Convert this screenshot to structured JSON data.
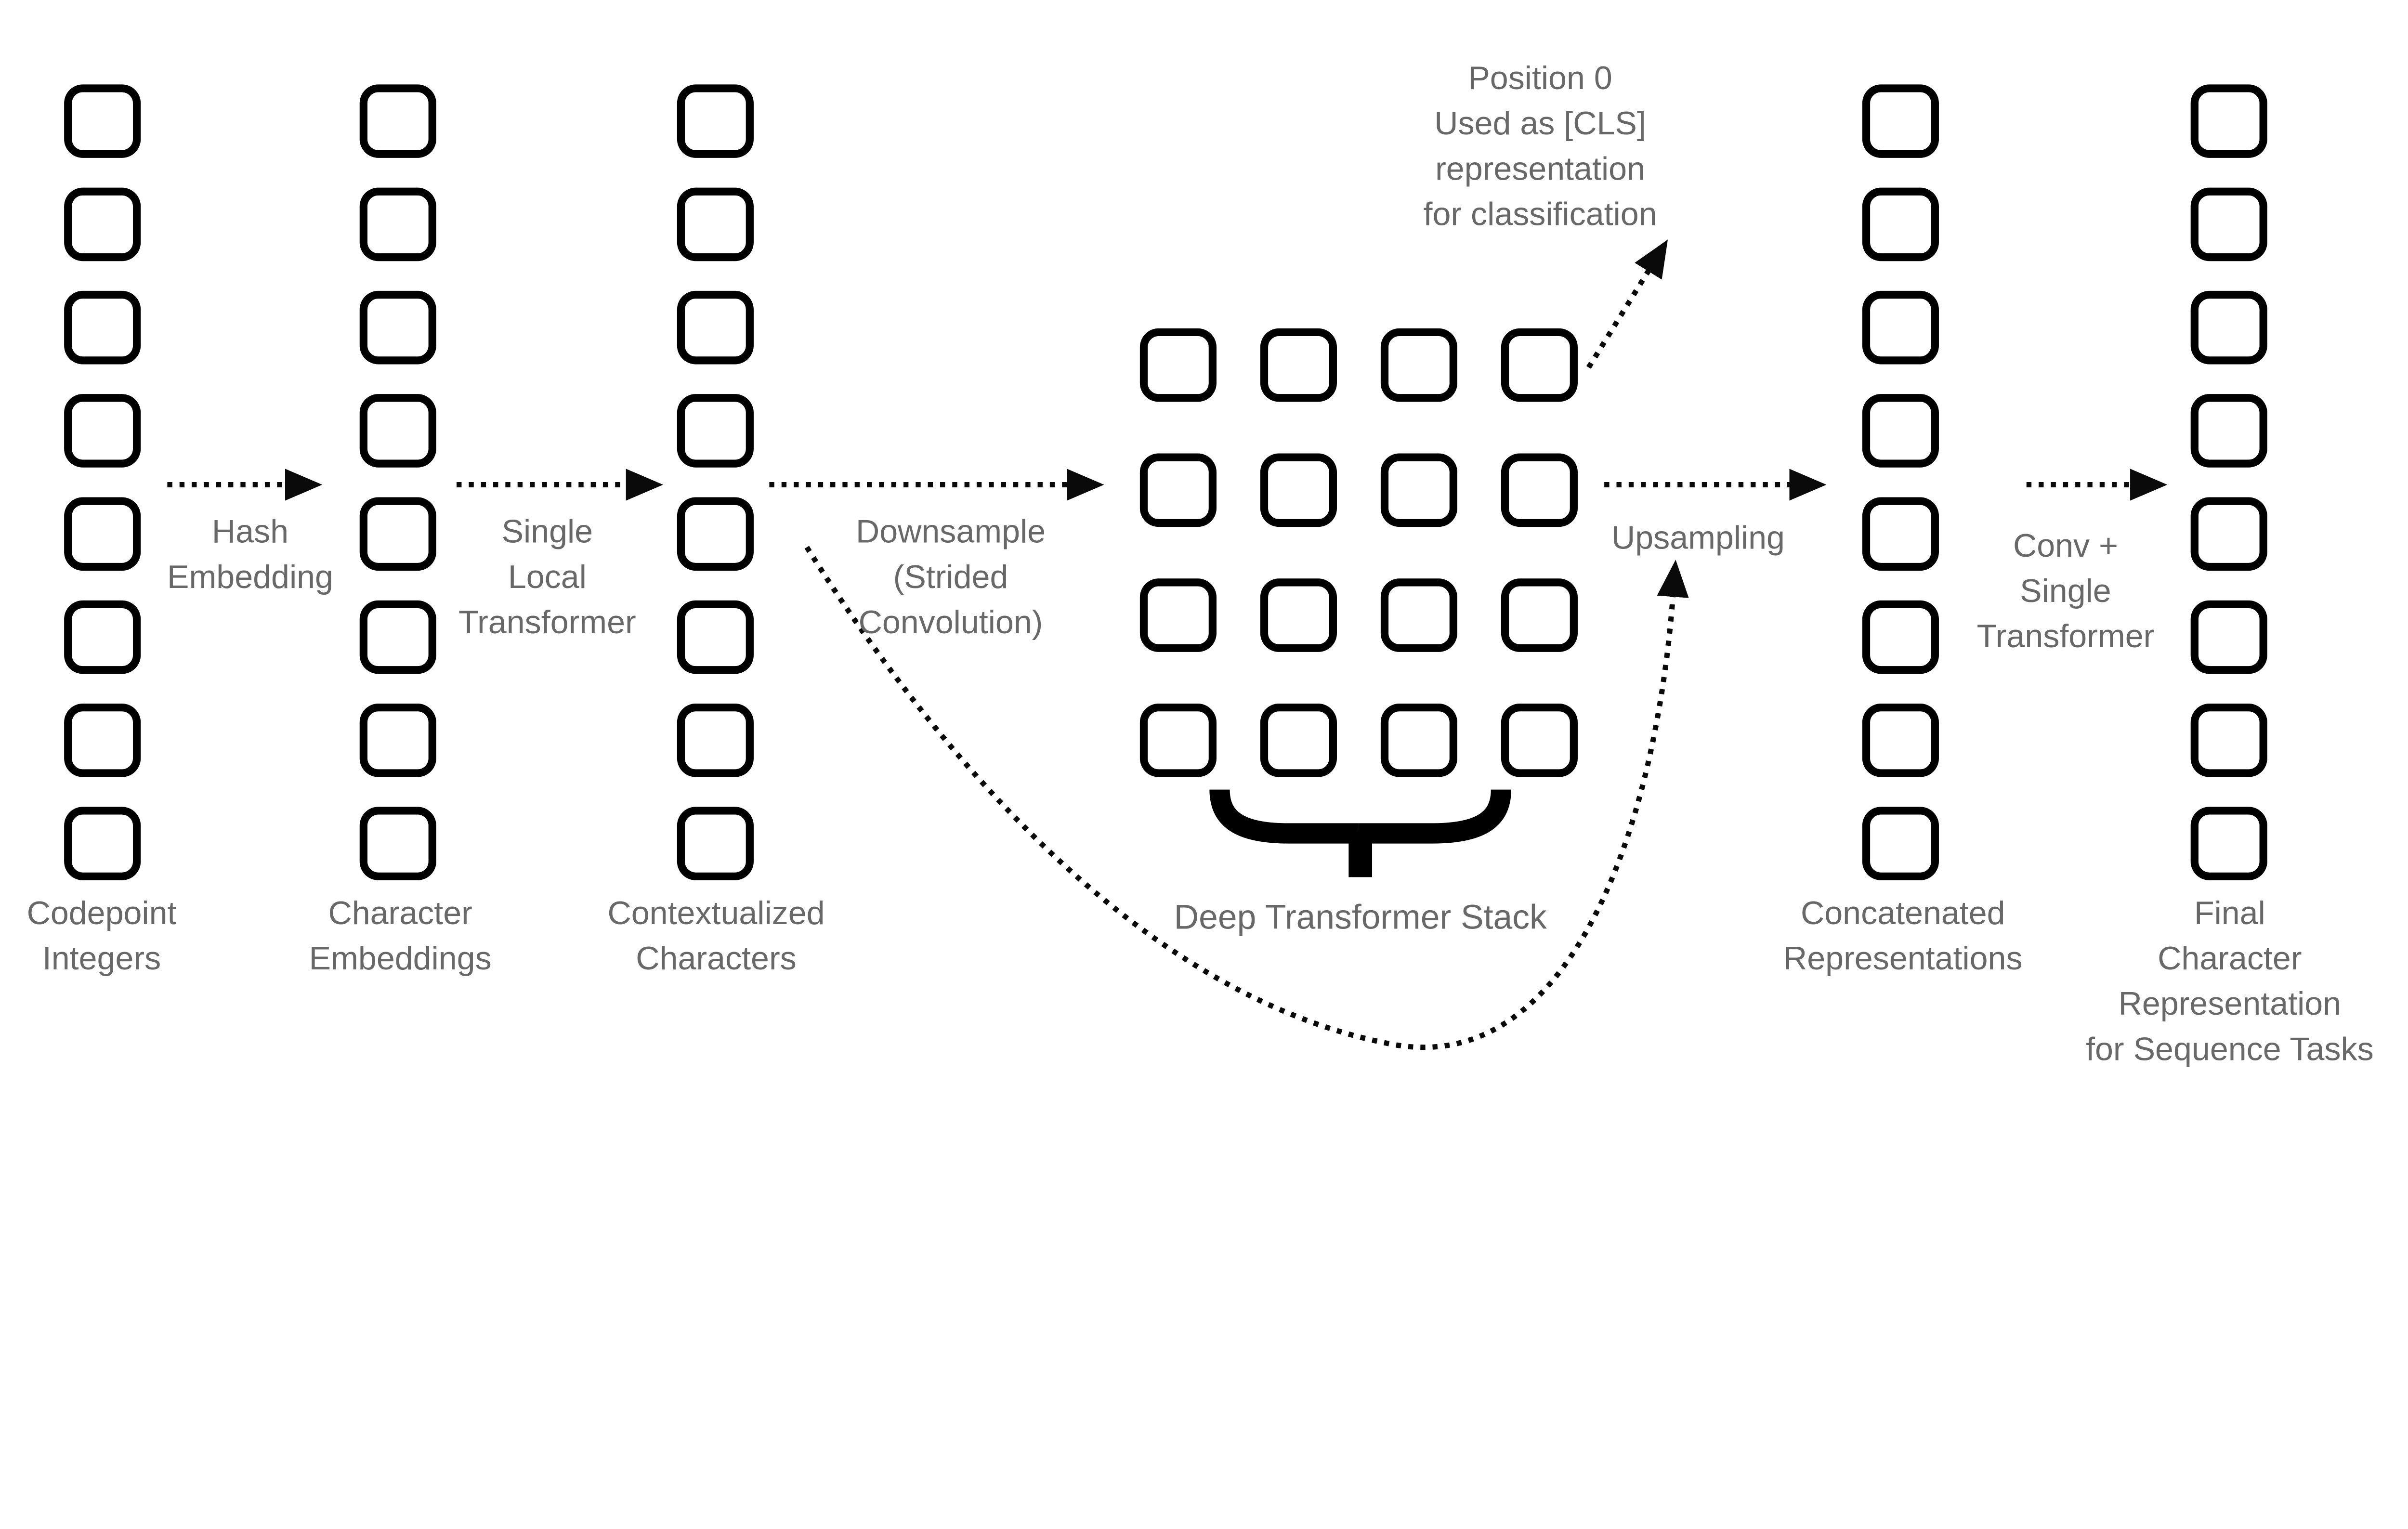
{
  "figure": {
    "background": "#ffffff",
    "colors": {
      "box_border": "#000000",
      "box_fill": "#ffffff",
      "label_text": "#686868",
      "arrow": "#0a0a0a",
      "brace": "#000000"
    },
    "columns": [
      {
        "id": "codepoint-integers",
        "box_count": 8,
        "label_lines": [
          "Codepoint",
          "Integers"
        ]
      },
      {
        "id": "character-embeddings",
        "box_count": 8,
        "label_lines": [
          "Character",
          "Embeddings"
        ]
      },
      {
        "id": "contextualized-characters",
        "box_count": 8,
        "label_lines": [
          "Contextualized",
          "Characters"
        ]
      },
      {
        "id": "concatenated-representations",
        "box_count": 8,
        "label_lines": [
          "Concatenated",
          "Representations"
        ]
      },
      {
        "id": "final-character-representation",
        "box_count": 8,
        "label_lines": [
          "Final",
          "Character",
          "Representation",
          "for Sequence Tasks"
        ]
      }
    ],
    "transformer_grid": {
      "rows": 4,
      "cols": 4,
      "box_count": 16,
      "label": "Deep Transformer Stack"
    },
    "arrow_labels": {
      "hash_embedding": {
        "lines": [
          "Hash",
          "Embedding"
        ]
      },
      "single_local_transformer": {
        "lines": [
          "Single",
          "Local",
          "Transformer"
        ]
      },
      "downsample": {
        "lines": [
          "Downsample",
          "(Strided",
          "Convolution)"
        ]
      },
      "upsampling": {
        "lines": [
          "Upsampling"
        ]
      },
      "conv_single_transformer": {
        "lines": [
          "Conv +",
          "Single",
          "Transformer"
        ]
      }
    },
    "cls_note": {
      "lines": [
        "Position 0",
        "Used as [CLS]",
        "representation",
        "for classification"
      ]
    }
  }
}
